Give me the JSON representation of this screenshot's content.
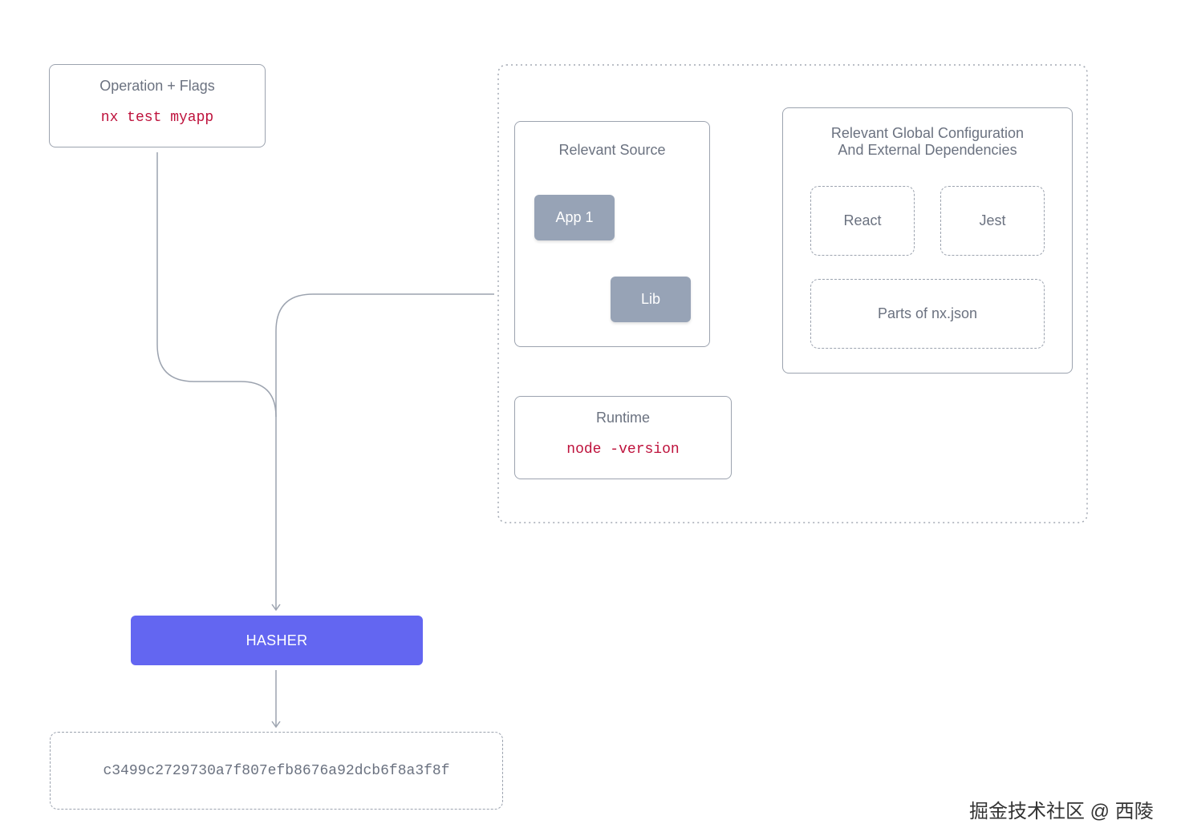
{
  "operation": {
    "title": "Operation + Flags",
    "command": "nx test myapp"
  },
  "source": {
    "title": "Relevant Source",
    "app": "App 1",
    "lib": "Lib"
  },
  "global": {
    "title_line1": "Relevant Global Configuration",
    "title_line2": "And External Dependencies",
    "react": "React",
    "jest": "Jest",
    "nxjson": "Parts of nx.json"
  },
  "runtime": {
    "title": "Runtime",
    "command": "node -version"
  },
  "hasher": {
    "label": "HASHER"
  },
  "hash": {
    "value": "c3499c2729730a7f807efb8676a92dcb6f8a3f8f"
  },
  "watermark": "掘金技术社区 @ 西陵",
  "colors": {
    "hasher": "#6366f1",
    "node": "#97a3b6",
    "code": "#be123c",
    "border": "#9ca3af"
  }
}
